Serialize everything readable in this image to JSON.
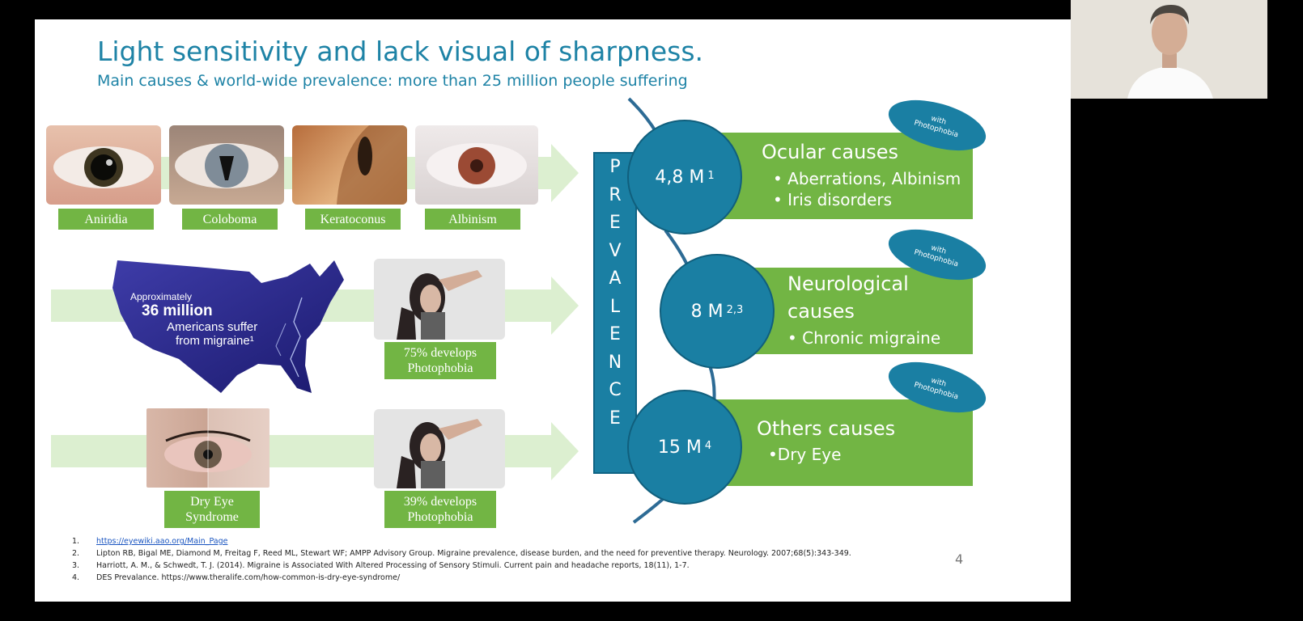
{
  "slide": {
    "title": "Light sensitivity and lack visual of sharpness.",
    "subtitle": "Main causes & world-wide prevalence: more than 25 million people suffering",
    "conditions": [
      {
        "label": "Aniridia"
      },
      {
        "label": "Coloboma"
      },
      {
        "label": "Keratoconus"
      },
      {
        "label": "Albinism"
      }
    ],
    "migraine_map": {
      "line1": "Approximately",
      "line2": "36 million",
      "line3": "Americans suffer",
      "line4": "from migraine¹"
    },
    "migraine_label": {
      "line1": "75% develops",
      "line2": "Photophobia"
    },
    "dry_eye_label": {
      "line1": "Dry Eye",
      "line2": "Syndrome"
    },
    "dry_eye_photo_label": {
      "line1": "39% develops",
      "line2": "Photophobia"
    },
    "prevalence_letters": [
      "P",
      "R",
      "E",
      "V",
      "A",
      "L",
      "E",
      "N",
      "C",
      "E"
    ],
    "causes": [
      {
        "value": "4,8 M",
        "ref": "1",
        "title": "Ocular causes",
        "bullets": [
          "• Aberrations, Albinism",
          "• Iris disorders"
        ],
        "badge1": "with",
        "badge2": "Photophobia"
      },
      {
        "value": "8 M",
        "ref": "2,3",
        "title1": "Neurological",
        "title2": "causes",
        "bullets": [
          "• Chronic migraine"
        ],
        "badge1": "with",
        "badge2": "Photophobia"
      },
      {
        "value": "15 M",
        "ref": "4",
        "title": "Others causes",
        "bullets": [
          "•Dry Eye"
        ],
        "badge1": "with",
        "badge2": "Photophobia"
      }
    ],
    "references": [
      {
        "num": "1.",
        "text": "https://eyewiki.aao.org/Main_Page"
      },
      {
        "num": "2.",
        "text": "Lipton RB, Bigal ME, Diamond M, Freitag F, Reed ML, Stewart WF; AMPP Advisory Group. Migraine prevalence, disease burden, and the need for preventive therapy. Neurology. 2007;68(5):343-349."
      },
      {
        "num": "3.",
        "text": "Harriott, A. M., & Schwedt, T. J. (2014). Migraine is Associated With Altered Processing of Sensory Stimuli. Current pain and headache reports, 18(11), 1-7."
      },
      {
        "num": "4.",
        "text": "DES Prevalance. https://www.theralife.com/how-common-is-dry-eye-syndrome/"
      }
    ],
    "page_number": "4"
  },
  "colors": {
    "teal": "#1a7fa3",
    "green": "#72b544",
    "light_green": "#dcefd0",
    "title_blue": "#1e83a6"
  }
}
